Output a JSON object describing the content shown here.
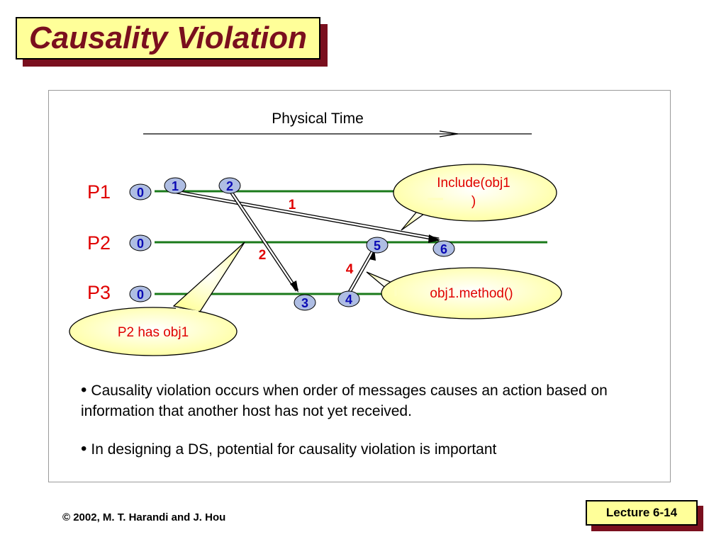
{
  "slide": {
    "title": "Causality Violation",
    "footer": "© 2002, M. T. Harandi and J. Hou",
    "lecture": "Lecture 6-14"
  },
  "diagram": {
    "time_label": "Physical Time",
    "processes": [
      {
        "name": "P1",
        "initial": "0"
      },
      {
        "name": "P2",
        "initial": "0"
      },
      {
        "name": "P3",
        "initial": "0"
      }
    ],
    "events": [
      "1",
      "2",
      "3",
      "4",
      "5",
      "6"
    ],
    "message_labels": [
      "1",
      "2",
      "4"
    ],
    "callouts": {
      "include_line1": "Include(obj1",
      "include_line2": ")",
      "method": "obj1.method()",
      "p2_has": "P2 has obj1"
    },
    "colors": {
      "timeline": "#1a7a1a",
      "event_fill": "#aebde3",
      "event_text": "#0a0ab4",
      "message_label": "#e00000",
      "callout_text": "#e00000",
      "callout_fill": "#ffffc8"
    }
  },
  "bullets": [
    "Causality violation occurs when order of messages causes an action based on information that another host has not yet received.",
    "In designing a DS, potential for causality violation is important"
  ]
}
